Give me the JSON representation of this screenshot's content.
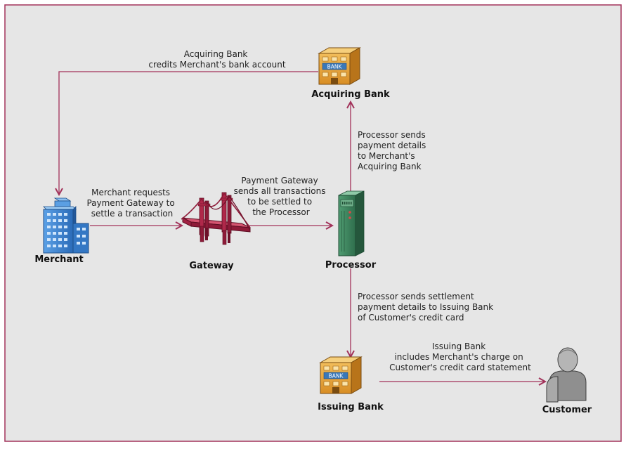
{
  "nodes": {
    "acquiring_bank": {
      "label": "Acquiring Bank",
      "sign": "BANK"
    },
    "merchant": {
      "label": "Merchant"
    },
    "gateway": {
      "label": "Gateway"
    },
    "processor": {
      "label": "Processor"
    },
    "issuing_bank": {
      "label": "Issuing Bank",
      "sign": "BANK"
    },
    "customer": {
      "label": "Customer"
    }
  },
  "edges": {
    "acquiring_to_merchant": [
      "Acquiring Bank",
      "credits Merchant's bank account"
    ],
    "merchant_to_gateway": [
      "Merchant requests",
      "Payment Gateway to",
      "settle a transaction"
    ],
    "gateway_to_processor": [
      "Payment Gateway",
      "sends all transactions",
      "to be settled to",
      "the Processor"
    ],
    "processor_to_acquiring": [
      "Processor sends",
      "payment details",
      "to Merchant's",
      "Acquiring Bank"
    ],
    "processor_to_issuing": [
      "Processor sends settlement",
      "payment details to Issuing Bank",
      "of Customer's credit card"
    ],
    "issuing_to_customer": [
      "Issuing Bank",
      "includes Merchant's charge on",
      "Customer's credit card statement"
    ]
  },
  "colors": {
    "frame": "#a2325a",
    "background": "#e6e6e6",
    "arrow": "#a2325a",
    "bank": "#e8a53a",
    "building": "#3f86d3",
    "bridge": "#b0284a",
    "server": "#3e8a62",
    "person": "#9b9b9b"
  }
}
